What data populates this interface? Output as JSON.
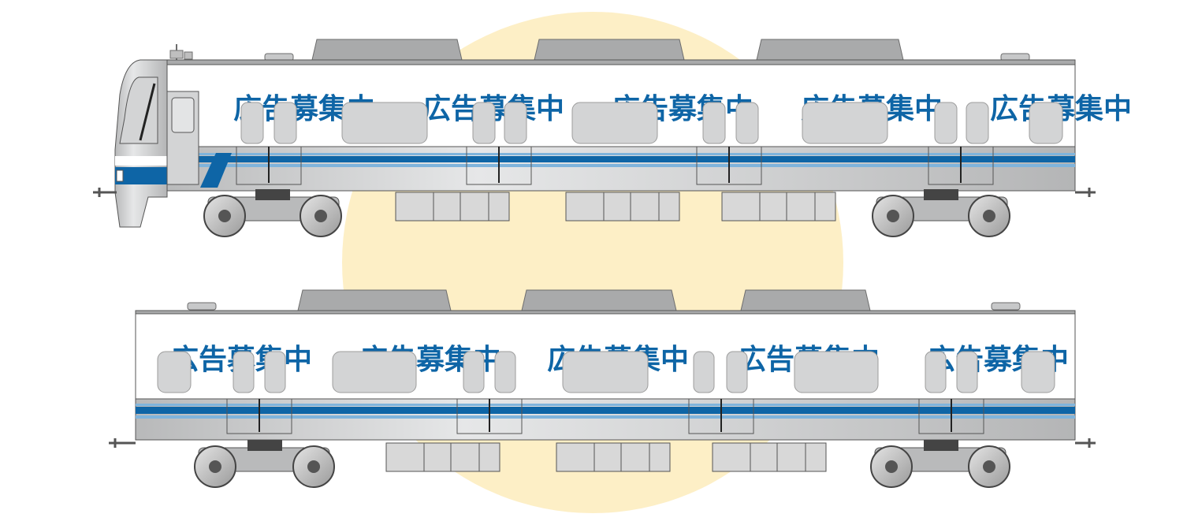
{
  "ad_label": "広告募集中",
  "colors": {
    "background_circle": "#fdefc6",
    "body_white": "#ffffff",
    "body_silver": "#c9cacb",
    "roof_gray": "#a9aaab",
    "stripe_blue": "#0e65a6",
    "stripe_light": "#7fb4dc",
    "window_gray": "#d3d4d5",
    "outline": "#4b4b4b",
    "bogie_gray": "#b9babb"
  },
  "cars": [
    {
      "type": "lead-cab-car",
      "ad_label_count": 5,
      "doors": 4
    },
    {
      "type": "intermediate-car",
      "ad_label_count": 5,
      "doors": 4
    }
  ]
}
